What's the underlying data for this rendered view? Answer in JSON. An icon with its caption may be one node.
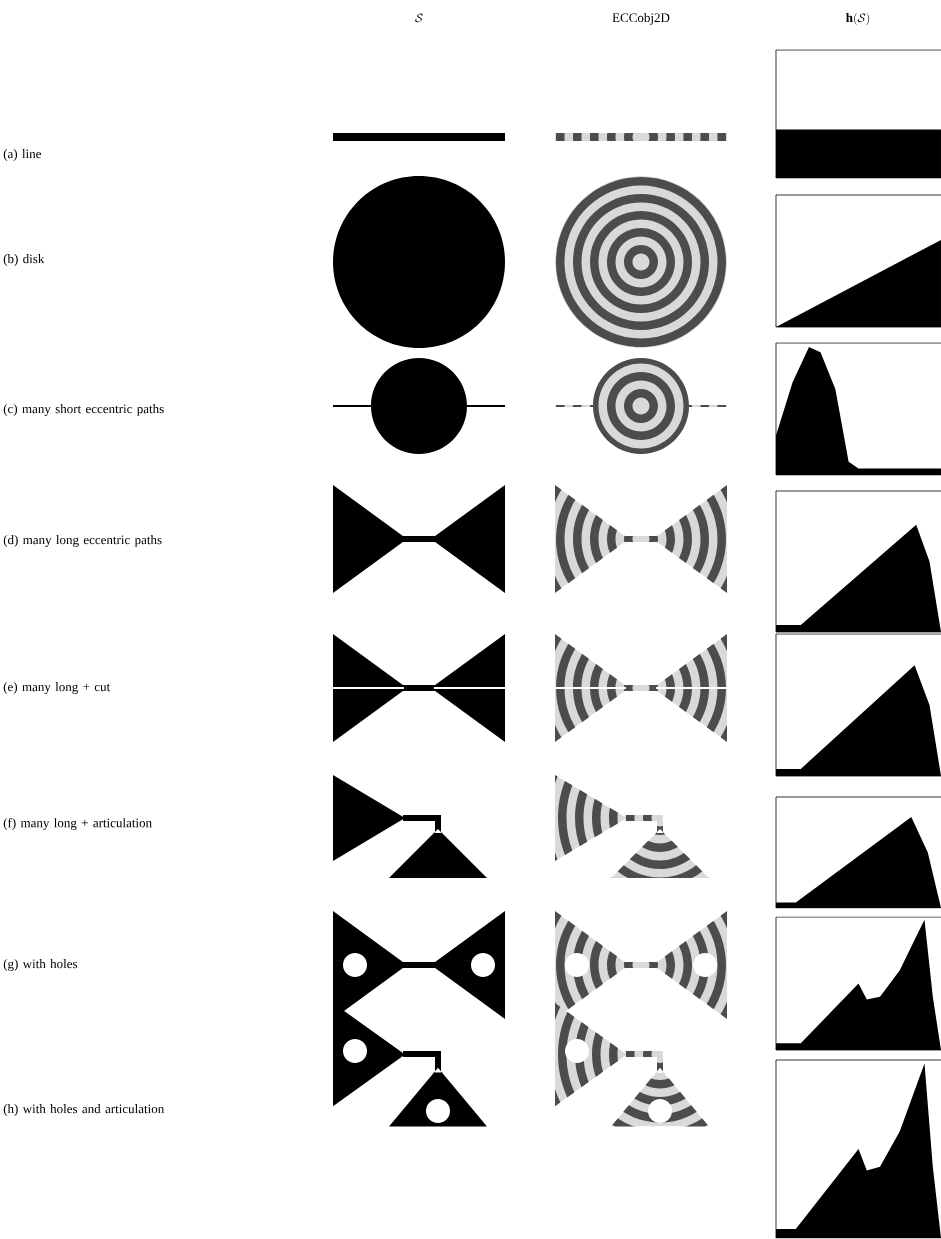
{
  "diagram": {
    "labels": [
      "\\mathcal{S}",
      "ECCobj2D",
      "\\mathbf{h}(\\mathcal{S})",
      "(a) line",
      "(b) disk",
      "(c) many short eccentric paths",
      "(d) many long eccentric paths",
      "(e) many long + cut",
      "(f) many long + articulation",
      "(g) with holes",
      "(h) with holes and articulation"
    ]
  }
}
